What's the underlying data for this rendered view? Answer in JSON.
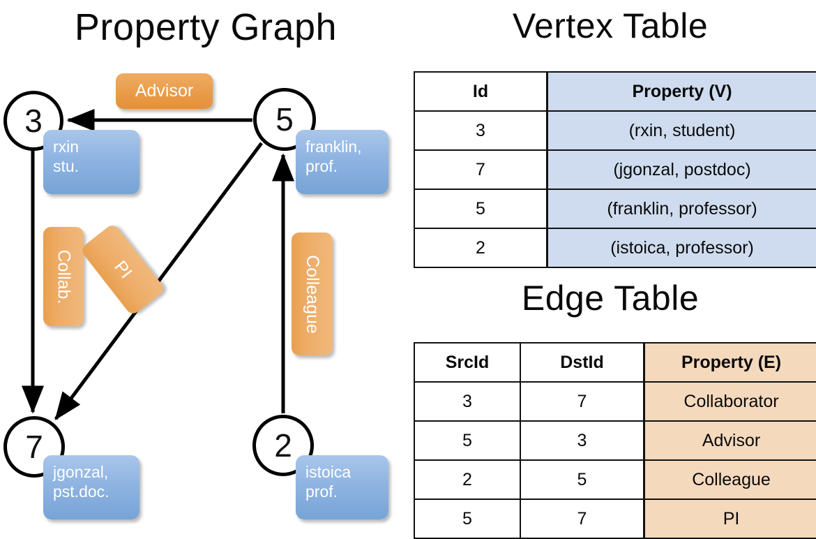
{
  "titles": {
    "graph": "Property Graph",
    "vertex_table": "Vertex Table",
    "edge_table": "Edge Table"
  },
  "graph": {
    "nodes": [
      {
        "id": "3",
        "property_label": [
          "rxin",
          "stu."
        ]
      },
      {
        "id": "5",
        "property_label": [
          "franklin,",
          "prof."
        ]
      },
      {
        "id": "7",
        "property_label": [
          "jgonzal,",
          "pst.doc."
        ]
      },
      {
        "id": "2",
        "property_label": [
          "istoica",
          "prof."
        ]
      }
    ],
    "edge_labels": {
      "advisor": "Advisor",
      "collab": "Collab.",
      "pi": "PI",
      "colleague": "Colleague"
    }
  },
  "vertex_table": {
    "headers": [
      "Id",
      "Property (V)"
    ],
    "rows": [
      {
        "id": "3",
        "property": "(rxin, student)"
      },
      {
        "id": "7",
        "property": "(jgonzal, postdoc)"
      },
      {
        "id": "5",
        "property": "(franklin, professor)"
      },
      {
        "id": "2",
        "property": "(istoica, professor)"
      }
    ]
  },
  "edge_table": {
    "headers": [
      "SrcId",
      "DstId",
      "Property (E)"
    ],
    "rows": [
      {
        "src": "3",
        "dst": "7",
        "property": "Collaborator"
      },
      {
        "src": "5",
        "dst": "3",
        "property": "Advisor"
      },
      {
        "src": "2",
        "dst": "5",
        "property": "Colleague"
      },
      {
        "src": "5",
        "dst": "7",
        "property": "PI"
      }
    ]
  },
  "colors": {
    "vertex_property_fill": "#cfdcef",
    "edge_property_fill": "#f5d9bd",
    "vertex_box_blue": "#8fb4e2",
    "edge_label_orange": "#eaa355",
    "stroke": "#000000"
  }
}
